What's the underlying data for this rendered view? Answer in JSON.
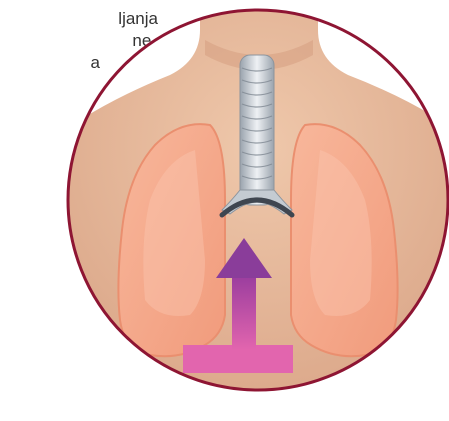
{
  "text_lines": [
    "ljanja",
    "ne.",
    "a"
  ],
  "colors": {
    "ring": "#8e1533",
    "skin": "#e6b99a",
    "skin_shadow": "#c98f73",
    "lung": "#f5a88a",
    "lung_edge": "#ec8a6a",
    "trachea": "#c9cfd6",
    "diaphragm": "#3f4650",
    "arrow": "#dc4fa0",
    "arrow_stem": "#e265ae",
    "arrow_head": "#8a3d9a"
  },
  "icons": [
    "lungs-illustration",
    "trachea",
    "diaphragm",
    "upward-arrow-icon"
  ]
}
